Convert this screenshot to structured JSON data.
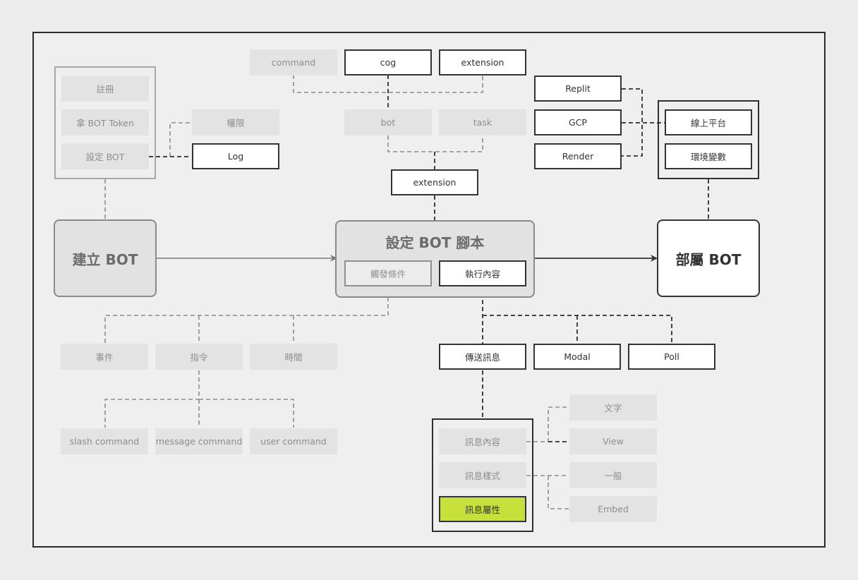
{
  "setup": {
    "register": "註冊",
    "token": "拿 BOT Token",
    "config": "設定 BOT",
    "permission": "權限",
    "log": "Log",
    "create": "建立 BOT"
  },
  "script": {
    "command": "command",
    "cog": "cog",
    "extension_top": "extension",
    "bot": "bot",
    "task": "task",
    "extension": "extension",
    "title": "設定 BOT 腳本",
    "trigger": "觸發條件",
    "action": "執行內容"
  },
  "deploy": {
    "replit": "Replit",
    "gcp": "GCP",
    "render": "Render",
    "online_platform": "線上平台",
    "env_vars": "環境變數",
    "title": "部屬 BOT"
  },
  "triggers": {
    "event": "事件",
    "command": "指令",
    "time": "時間",
    "slash": "slash command",
    "message": "message command",
    "user": "user command"
  },
  "actions": {
    "send_message": "傳送訊息",
    "modal": "Modal",
    "poll": "Poll",
    "msg_content": "訊息內容",
    "msg_style": "訊息樣式",
    "msg_attr": "訊息屬性",
    "text": "文字",
    "view": "View",
    "normal": "一般",
    "embed": "Embed"
  }
}
